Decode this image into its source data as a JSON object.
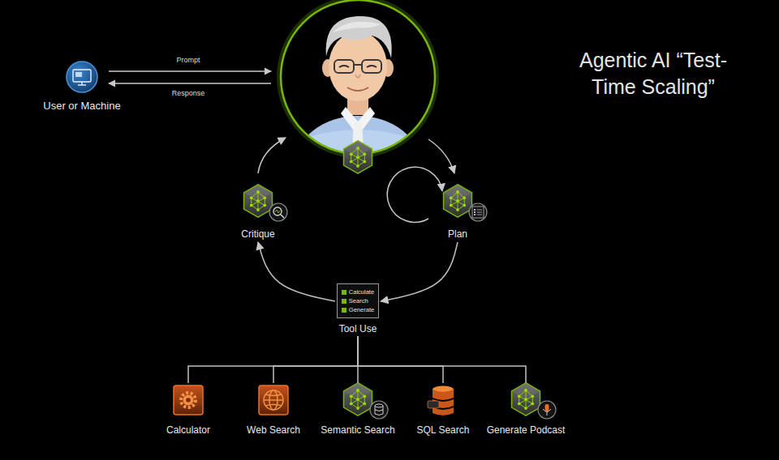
{
  "diagram": {
    "title": "Agentic AI “Test-Time Scaling”",
    "nodes": [
      {
        "text": [
          "User or Machine"
        ]
      },
      {
        "text": [
          "Critique"
        ]
      },
      {
        "text": [
          "Plan"
        ]
      },
      {
        "text": [
          "Calculate",
          "Search",
          "Generate",
          "Tool Use"
        ]
      },
      {
        "text": [
          "Calculator"
        ]
      },
      {
        "text": [
          "Web Search"
        ]
      },
      {
        "text": [
          "Semantic Search"
        ]
      },
      {
        "text": [
          "SQL Search"
        ]
      },
      {
        "text": [
          "Generate Podcast"
        ]
      }
    ],
    "edges": [
      {
        "from": 2,
        "to": 3,
        "arrow": "to"
      },
      {
        "from": 3,
        "to": 1,
        "arrow": "to"
      },
      {
        "from": 3,
        "to": 4,
        "arrow": "none"
      },
      {
        "from": 3,
        "to": 5,
        "arrow": "none"
      },
      {
        "from": 3,
        "to": 6,
        "arrow": "none"
      },
      {
        "from": 3,
        "to": 7,
        "arrow": "none"
      },
      {
        "from": 3,
        "to": 8,
        "arrow": "none"
      }
    ],
    "labels": [
      "Prompt",
      "Response"
    ]
  }
}
